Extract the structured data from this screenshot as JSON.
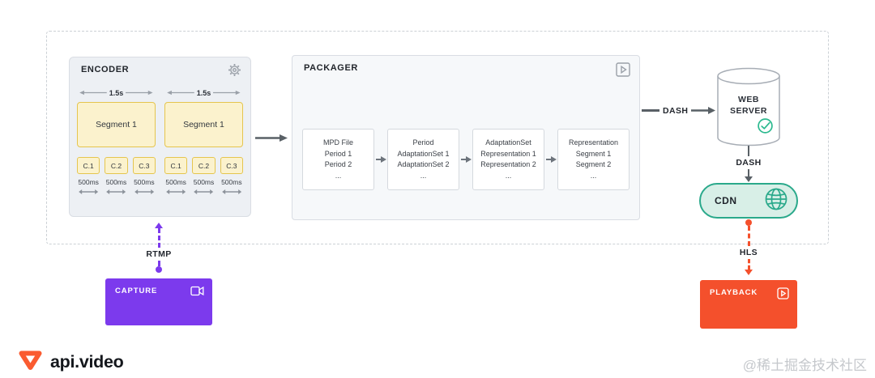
{
  "colors": {
    "brand_purple": "#7C3AED",
    "brand_orange": "#F4502C",
    "teal_accent": "#2AA98B",
    "segment_yellow_fill": "#FBF2CD",
    "segment_yellow_border": "#E5C54E",
    "arrow_gray": "#596066"
  },
  "encoder": {
    "title": "ENCODER",
    "groups": [
      {
        "duration": "1.5s",
        "segment_label": "Segment 1",
        "chunks": [
          {
            "label": "C.1",
            "duration": "500ms"
          },
          {
            "label": "C.2",
            "duration": "500ms"
          },
          {
            "label": "C.3",
            "duration": "500ms"
          }
        ]
      },
      {
        "duration": "1.5s",
        "segment_label": "Segment 1",
        "chunks": [
          {
            "label": "C.1",
            "duration": "500ms"
          },
          {
            "label": "C.2",
            "duration": "500ms"
          },
          {
            "label": "C.3",
            "duration": "500ms"
          }
        ]
      }
    ]
  },
  "packager": {
    "title": "PACKAGER",
    "cards": [
      {
        "lines": [
          "MPD File",
          "Period 1",
          "Period 2",
          "..."
        ]
      },
      {
        "lines": [
          "Period",
          "AdaptationSet 1",
          "AdaptationSet 2",
          "..."
        ]
      },
      {
        "lines": [
          "AdaptationSet",
          "Representation 1",
          "Representation 2",
          "..."
        ]
      },
      {
        "lines": [
          "Representation",
          "Segment 1",
          "Segment 2",
          "..."
        ]
      }
    ]
  },
  "web_server": {
    "line1": "WEB",
    "line2": "SERVER"
  },
  "cdn": {
    "label": "CDN"
  },
  "connectors": {
    "packager_to_webserver": "DASH",
    "webserver_to_cdn": "DASH",
    "cdn_to_playback": "HLS",
    "capture_to_encoder": "RTMP"
  },
  "capture": {
    "label": "CAPTURE"
  },
  "playback": {
    "label": "PLAYBACK"
  },
  "footer": {
    "logo_text": "api.video",
    "watermark": "@稀土掘金技术社区"
  }
}
